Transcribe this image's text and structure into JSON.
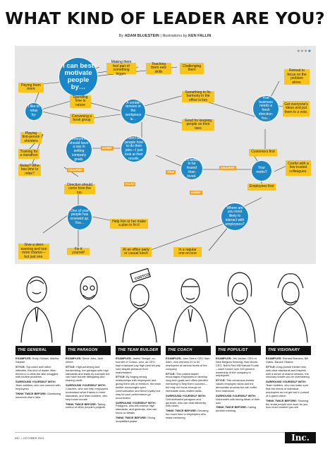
{
  "title": "WHAT KIND OF LEADER ARE YOU?",
  "byline": {
    "by_label": "By",
    "author": "ADAM BLUESTEIN",
    "illus_label": "Illustrations by",
    "illustrator": "KEN FALLIN"
  },
  "flow": {
    "start": "I can best motivate people by…",
    "bubbles": {
      "i_like_to_relax": "I like to relax by:",
      "everyone_should": "Everyone should have a say in setting company goals.",
      "one_of_your_people": "One of your people has screwed up. You…",
      "certain_tension": "A certain tension in the workplace is…",
      "i_dont_tell": "I don't tell people how to do their jobs—I just look at their results.",
      "better_fear": "It's better to be feared than loved.",
      "business_direction": "Your business needs a fresh direction. You…",
      "your_motto": "Your motto?",
      "where_likely": "Where are you most likely to interact with employees?"
    },
    "boxes": {
      "make_feel_part": "Making them feel part of something bigger.",
      "teaching_skills": "Teaching them new skills",
      "challenging": "Challenging them",
      "retreat": "Retreat to focus on the problem alone.",
      "paying_more": "Paying them more",
      "spending_time": "Spending time in nature",
      "convening_book": "Convening a book group",
      "something_fix": "Something to fix; harmony in the office is key",
      "good_keeping": "Good for keeping people on their toes",
      "get_ideas": "Get everyone's ideas and put them to a vote.",
      "playing_shooters": "Playing first-person shooters",
      "training_marathon": "Training for a marathon",
      "relax_who": "Relax? Who has time to relax?",
      "customers_first": "Customers first",
      "confer_team": "Confer with a few trusted colleagues.",
      "direction_top": "Direction should come from the top.",
      "employees_first": "Employees first",
      "give_stern": "Give a stern warning and one more chance—but just one.",
      "fix_yourself": "Fix it yourself",
      "help_plan": "Help him or her make a plan to fix it",
      "office_party": "At an office party or casual lunch",
      "regular_meeting": "In a regular one-on-one"
    },
    "labels": {
      "agree": "AGREE",
      "disagree": "DISAGREE",
      "false": "FALSE",
      "true": "TRUE",
      "disagree2": "DISAGREE",
      "agree2": "AGREE"
    }
  },
  "cards": [
    {
      "name": "THE GENERAL",
      "examples": "Rudy Giuliani, Martha Stewart",
      "style": "Top-down and rather inflexible, this kind of leader often thrives in a crisis but also struggles with routine problems.",
      "surround": "Team builders, who can connect with employees",
      "twice": "Dismissing someone else's idea"
    },
    {
      "name": "THE PARAGON",
      "examples": "Steve Jobs, Jack Welch",
      "style": "High-achieving and hardworking, the paragon sets high standards and leads by example but can have trouble delegating and sharing credit.",
      "surround": "Coaches, who can help employees understand what it takes to meet standards, and team builders, who help boost morale",
      "twice": "Taking control of other people's projects"
    },
    {
      "name": "THE TEAM BUILDER",
      "examples": "James Sinegal, co-founder of Costco, who, as CEO, kept employee pay high (and his pay low) despite pressure from shareholders",
      "style": "By forging strong relationships with employees and giving them lots of freedom, the team builder encourages open communication and fierce loyalty but may let poor performance go uncorrected.",
      "surround": "Paragons, who will enforce high standards, and generals, who can focus on details",
      "twice": "Giving unqualified praise"
    },
    {
      "name": "THE COACH",
      "examples": "John Deere CEO Sam Allen, who mentors 20 to 30 employees at various levels of the company",
      "style": "This patient leader encourages employees to develop long-term goals and offers plentiful mentoring to help them succeed—but may not focus enough on immediate work-related tasks.",
      "surround": "Self-motivated paragons and generals, who can deal efficiently with crises",
      "twice": "Devoting too much time to employees who resist mentoring"
    },
    {
      "name": "THE POPULIST",
      "examples": "Jim Jordan, CEO of New Belgium Brewing; Bob Moore, CEO, Bob's Red Mill Natural Foods—each turned over 100 percent ownership of the company to employees",
      "style": "This consensus builder values employee ideas and the democratic process but can suffer from indecision.",
      "surround": "Visionaries with strong ideas of their own",
      "twice": "Calling another meeting"
    },
    {
      "name": "THE VISIONARY",
      "examples": "Richard Branson, Bill Gates, Barack Obama",
      "style": "A big-picture thinker who sets clear standards and inspires with a sense of shared mission, the visionary leader can be overbearing.",
      "surround": "Team builders, who can make sure that the needs of individual employees do not get lost in pursuit of a grand vision",
      "twice": "Showing the smart people who work for you how much smarter you are"
    }
  ],
  "card_labels": {
    "examples": "EXAMPLES:",
    "style": "STYLE:",
    "surround": "SURROUND YOURSELF WITH:",
    "twice": "THINK TWICE BEFORE:"
  },
  "sign_text": "COSTCO",
  "footer": {
    "left": "INC. • OCTOBER 2013",
    "logo": "Inc."
  },
  "colors": {
    "blue": "#1e88c7",
    "yellow": "#f7c51c",
    "orange": "#f7a21c",
    "panel": "#e6e6e6"
  }
}
